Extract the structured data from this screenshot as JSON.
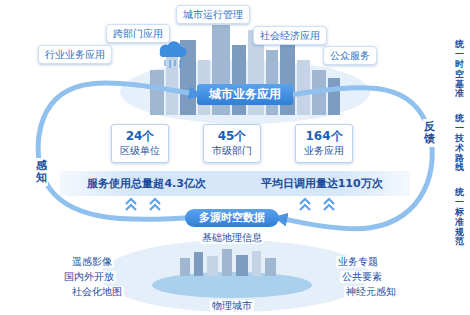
{
  "diagram": {
    "nodes": [
      {
        "text": [
          "行业业务应用"
        ]
      },
      {
        "text": [
          "跨部门应用"
        ]
      },
      {
        "text": [
          "城市运行管理"
        ]
      },
      {
        "text": [
          "社会经济应用"
        ]
      },
      {
        "text": [
          "公众服务"
        ]
      },
      {
        "text": [
          "城市业务应用"
        ]
      },
      {
        "text": [
          "24个",
          "区级单位"
        ]
      },
      {
        "text": [
          "45个",
          "市级部门"
        ]
      },
      {
        "text": [
          "164个",
          "业务应用"
        ]
      },
      {
        "text": [
          "服务使用总量超4.3亿次",
          "平均日调用量达110万次"
        ]
      },
      {
        "text": [
          "多源时空数据"
        ]
      }
    ],
    "edges": [
      {
        "from": 10,
        "to": 5,
        "label": "感知",
        "arrow": "to"
      },
      {
        "from": 5,
        "to": 10,
        "label": "反馈",
        "arrow": "to"
      }
    ],
    "labels": [
      "遥感影像",
      "国内外开放",
      "社会化地图",
      "基础地理信息",
      "业务专题",
      "公共要素",
      "神经元感知",
      "物理城市",
      "统一时空基准",
      "统一技术路线",
      "统一标准规范"
    ]
  }
}
